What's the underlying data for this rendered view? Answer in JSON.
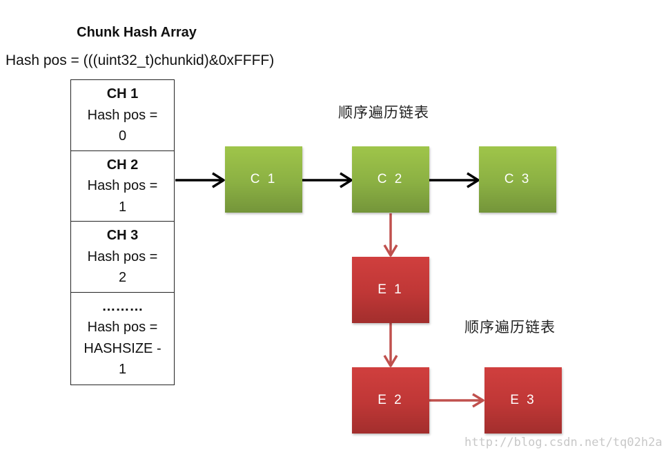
{
  "title": "Chunk Hash Array",
  "formula": "Hash pos = (((uint32_t)chunkid)&0xFFFF)",
  "hash_array": [
    {
      "head": "CH 1",
      "line1": "Hash pos =",
      "line2": "0"
    },
    {
      "head": "CH 2",
      "line1": "Hash pos =",
      "line2": "1"
    },
    {
      "head": "CH 3",
      "line1": "Hash pos =",
      "line2": "2"
    },
    {
      "head": "………",
      "line1": "Hash pos =",
      "line2": "HASHSIZE -",
      "line3": "1"
    }
  ],
  "chunk_list": {
    "label": "顺序遍历链表",
    "nodes": [
      "C 1",
      "C 2",
      "C 3"
    ],
    "color": "#8bb043"
  },
  "entry_list": {
    "label": "顺序遍历链表",
    "nodes": [
      "E 1",
      "E 2",
      "E 3"
    ],
    "color": "#bf3736"
  },
  "arrow_colors": {
    "black": "#000000",
    "red": "#c0504d"
  },
  "watermark": "http://blog.csdn.net/tq02h2a"
}
